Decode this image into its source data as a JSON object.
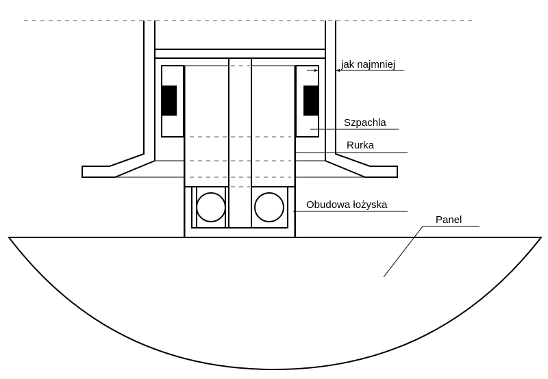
{
  "labels": {
    "gap": "jak najmniej",
    "spatula": "Szpachla",
    "tube": "Rurka",
    "bearing_housing": "Obudowa łożyska",
    "panel": "Panel"
  },
  "colors": {
    "line": "#000000",
    "fill": "#000000",
    "background": "#ffffff"
  }
}
